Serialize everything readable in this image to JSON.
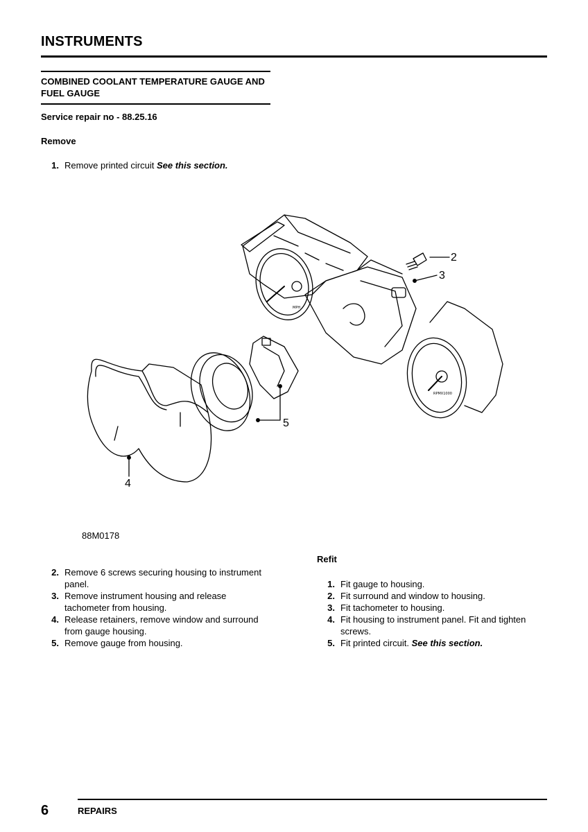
{
  "header": {
    "title": "INSTRUMENTS"
  },
  "section": {
    "title": "COMBINED COOLANT TEMPERATURE GAUGE AND FUEL GAUGE"
  },
  "service": {
    "text": "Service repair no - 88.25.16"
  },
  "remove": {
    "heading": "Remove",
    "step1": {
      "num": "1.",
      "text": "Remove printed circuit ",
      "ref": "See this section."
    },
    "steps": [
      {
        "num": "2.",
        "text": "Remove 6 screws securing housing to instrument panel."
      },
      {
        "num": "3.",
        "text": "Remove instrument housing and release tachometer from housing."
      },
      {
        "num": "4.",
        "text": "Release retainers, remove window and surround from gauge housing."
      },
      {
        "num": "5.",
        "text": "Remove gauge from housing."
      }
    ]
  },
  "figure": {
    "id": "88M0178",
    "callouts": [
      "2",
      "3",
      "4",
      "5"
    ],
    "dial_text": {
      "mph": "MPH",
      "tacho": "RPMX1000"
    }
  },
  "refit": {
    "heading": "Refit",
    "steps": [
      {
        "num": "1.",
        "text": "Fit gauge to housing."
      },
      {
        "num": "2.",
        "text": "Fit surround and window to housing."
      },
      {
        "num": "3.",
        "text": "Fit tachometer to housing."
      },
      {
        "num": "4.",
        "text": "Fit housing to instrument panel. Fit and tighten screws."
      },
      {
        "num": "5.",
        "text": "Fit printed circuit. ",
        "ref": "See this section."
      }
    ]
  },
  "footer": {
    "page": "6",
    "label": "REPAIRS"
  }
}
